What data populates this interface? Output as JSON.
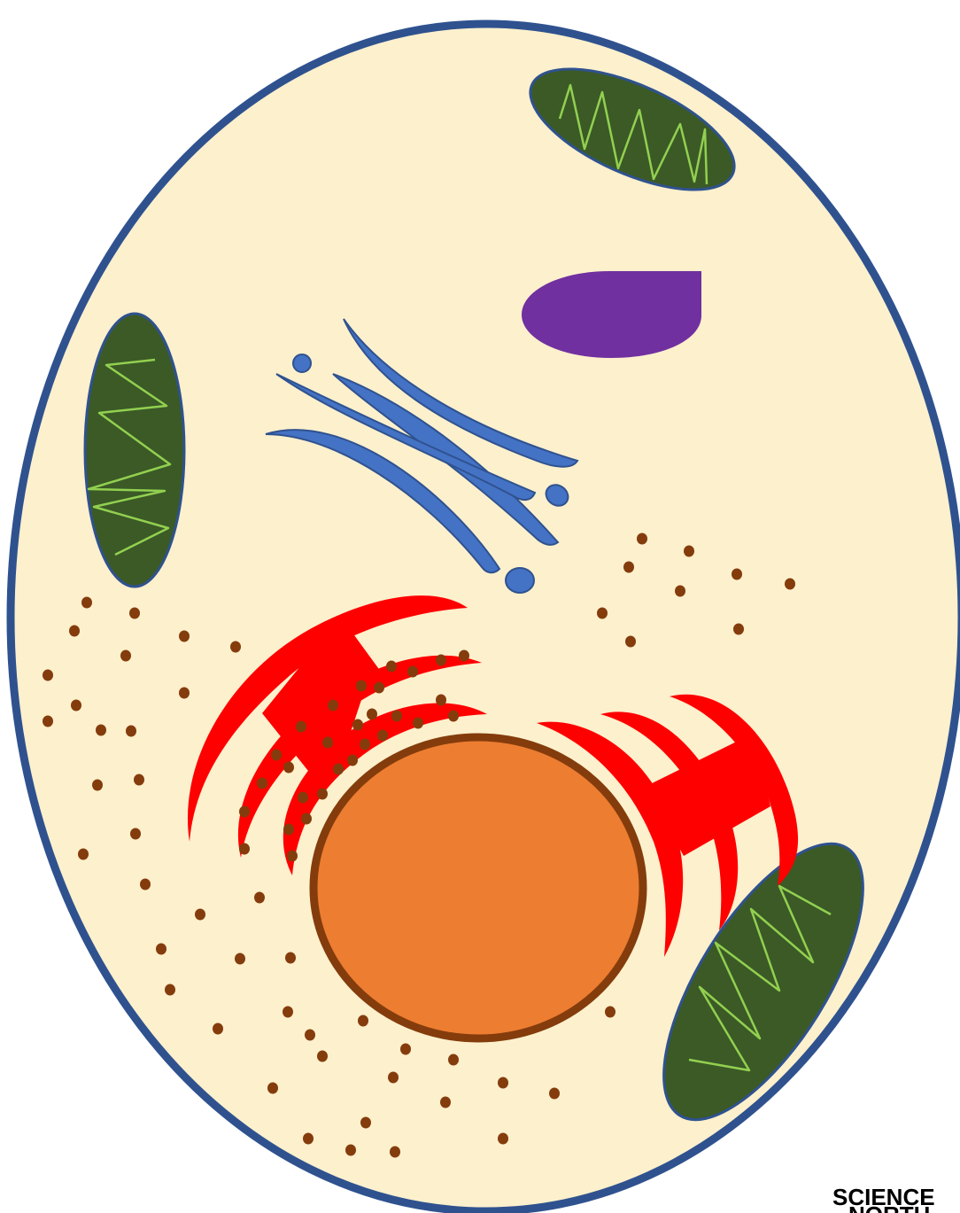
{
  "brand": {
    "line1": "SCIENCE",
    "line2": "NORTH"
  },
  "colors": {
    "cytoplasm": "#fdf0cd",
    "membrane": "#2f528f",
    "mitochondrion_fill": "#3b5a26",
    "mitochondrion_outline": "#2f528f",
    "cristae": "#92d050",
    "golgi": "#4472c4",
    "golgi_outline": "#2f528f",
    "vacuole": "#7030a0",
    "rough_er": "#ff0000",
    "ribosome": "#843c0c",
    "nucleus_fill": "#ed7d31",
    "nucleus_outline": "#843c0c"
  },
  "icons": [
    "cell-membrane",
    "mitochondrion-icon",
    "golgi-apparatus-icon",
    "vacuole-icon",
    "rough-er-icon",
    "ribosome-icon",
    "nucleus-icon",
    "science-north-logo"
  ]
}
